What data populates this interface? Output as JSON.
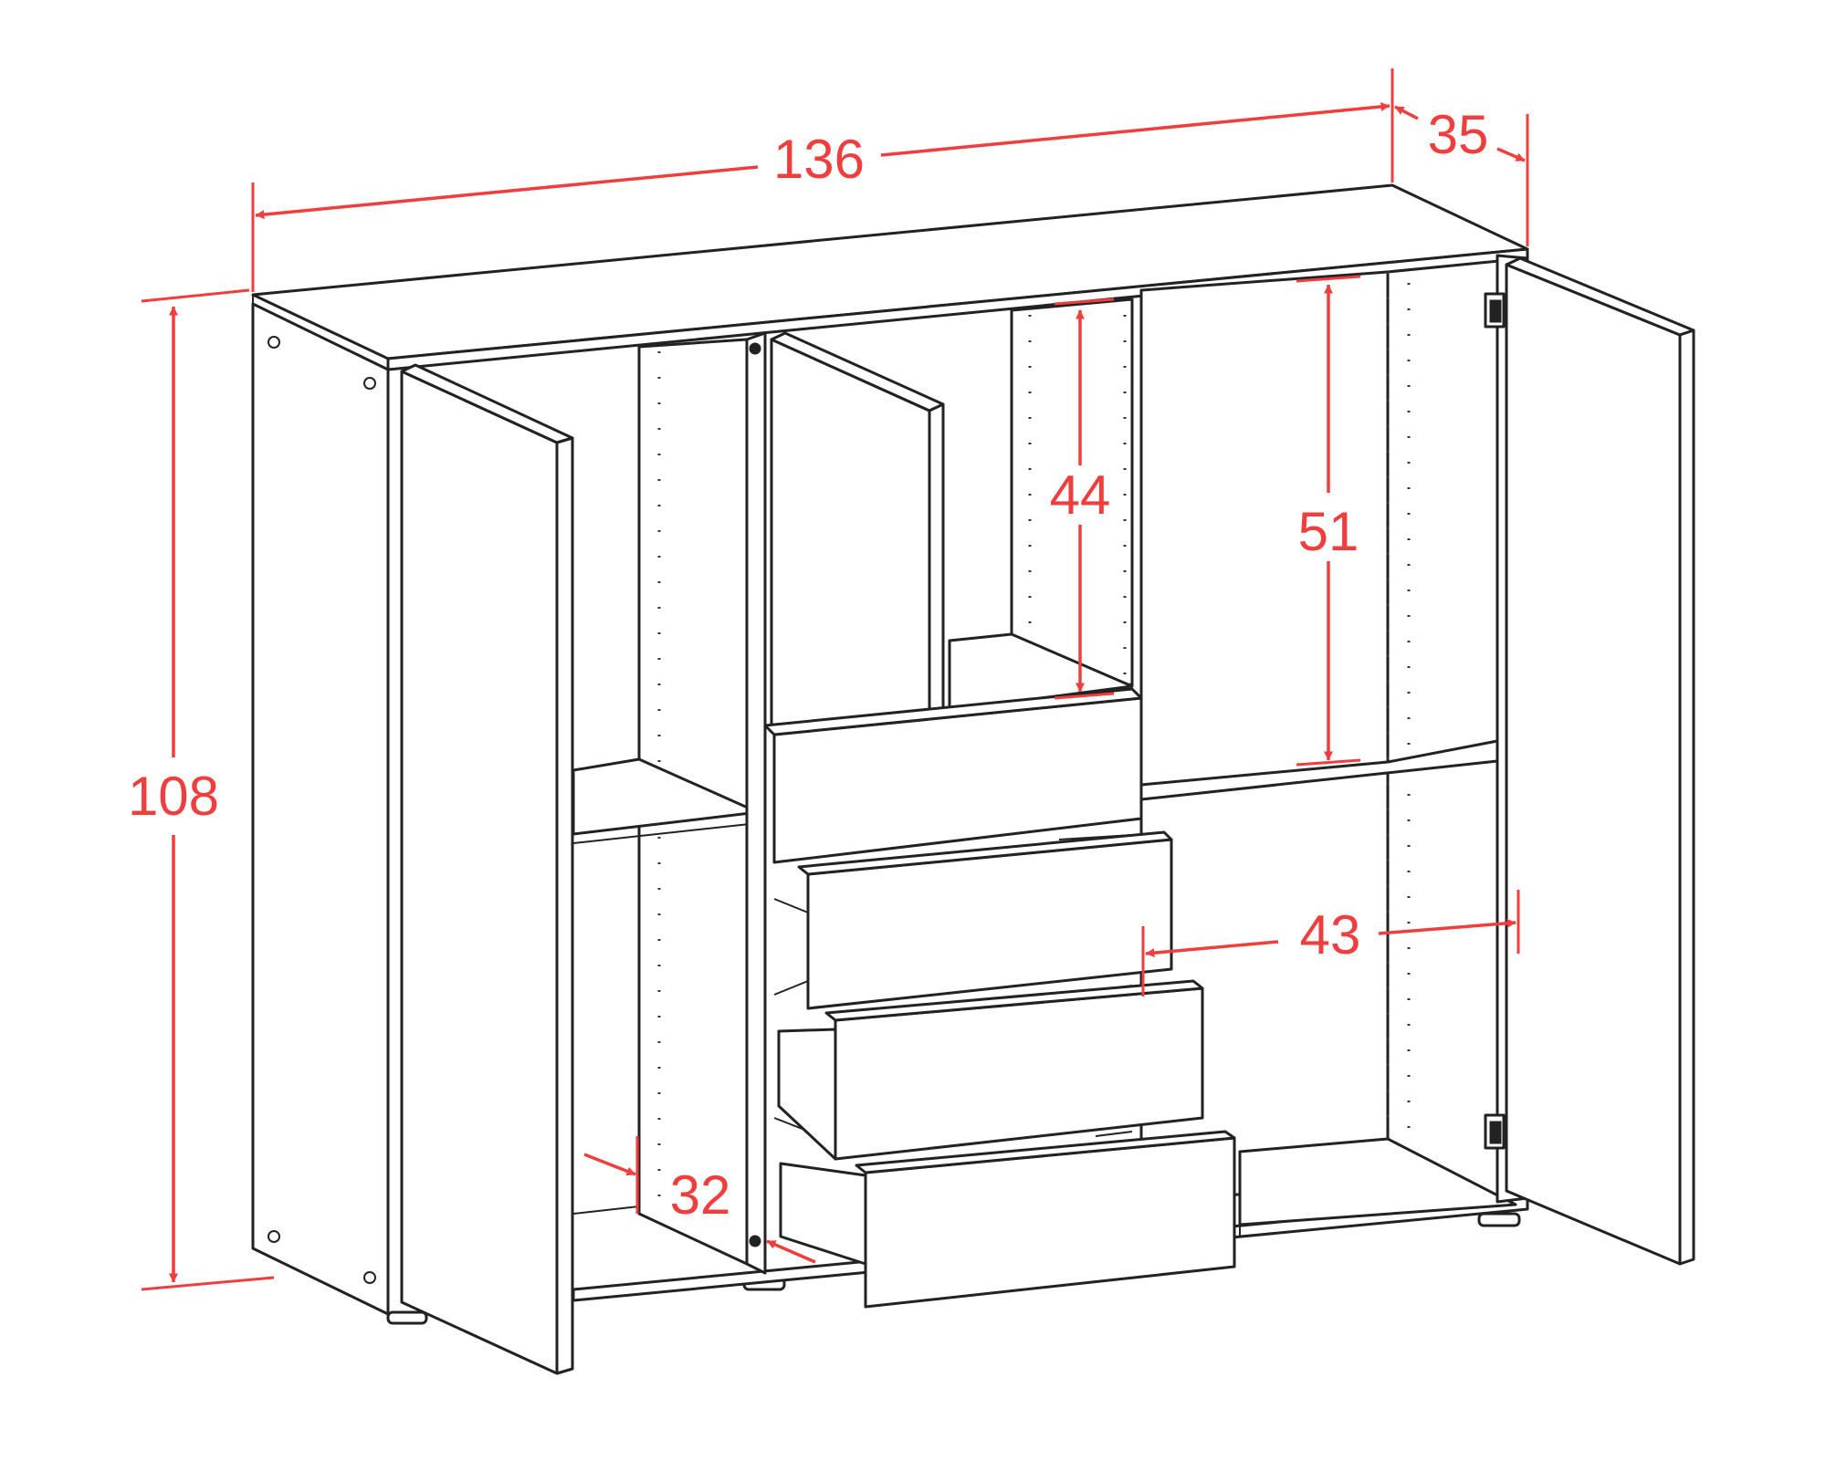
{
  "diagram": {
    "accent_color": "#ef3e3e",
    "line_color": "#222222",
    "dimensions": {
      "width": "136",
      "depth": "35",
      "height": "108",
      "upper_middle_compartment": "44",
      "upper_right_compartment": "51",
      "lower_right_compartment": "43",
      "side_depth": "32"
    }
  }
}
